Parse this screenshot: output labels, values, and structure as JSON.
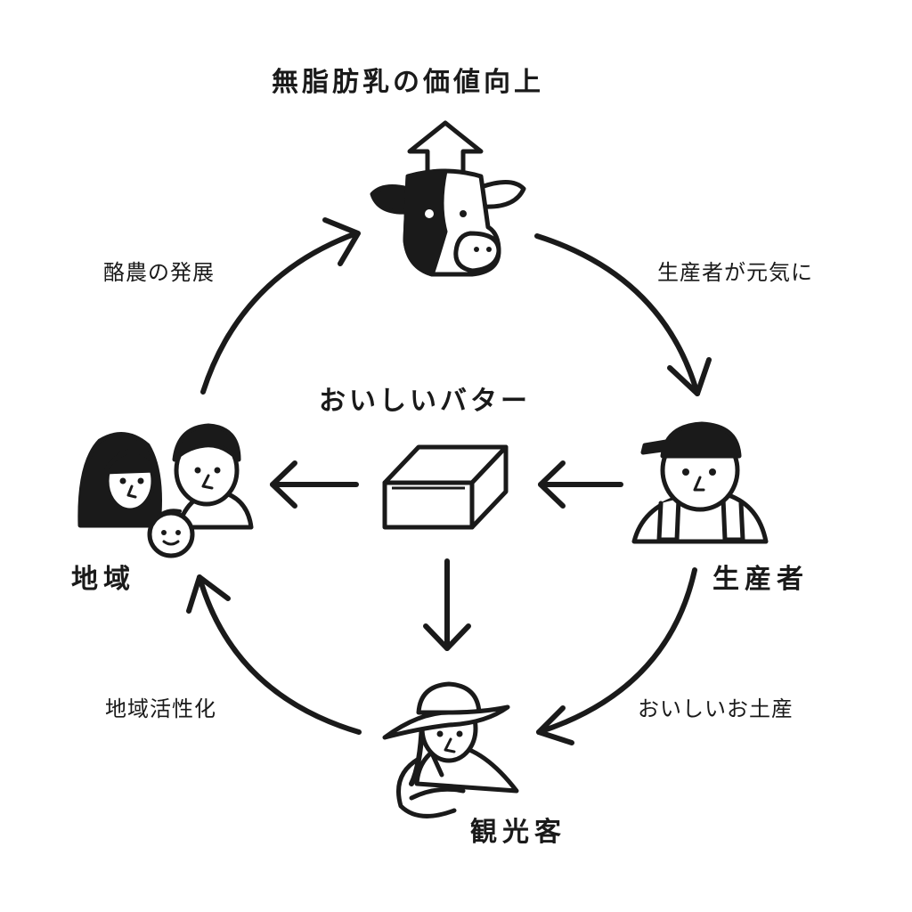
{
  "title": "無脂肪乳の価値向上",
  "center": {
    "label": "おいしいバター"
  },
  "nodes": {
    "producer": "生産者",
    "region": "地域",
    "tourist": "観光客"
  },
  "edges": {
    "cow_to_producer": "生産者が元気に",
    "producer_to_tourist": "おいしいお土産",
    "tourist_to_region": "地域活性化",
    "region_to_cow": "酪農の発展"
  },
  "icons": {
    "cow": "cow-icon",
    "up_arrow": "up-arrow-icon",
    "butter": "butter-icon",
    "producer": "farmer-icon",
    "family": "family-icon",
    "tourist": "tourist-icon"
  },
  "colors": {
    "ink": "#1a1a1a",
    "background": "#ffffff"
  }
}
